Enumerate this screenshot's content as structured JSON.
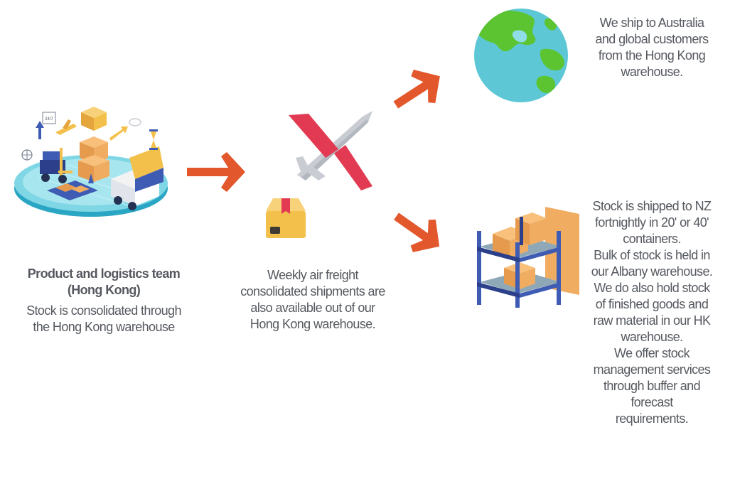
{
  "source_node": {
    "title_line1": "Product and logistics team",
    "title_line2": "(Hong Kong)",
    "desc_line1": "Stock is consolidated through",
    "desc_line2": "the Hong Kong warehouse",
    "icon": "logistics-isometric-icon",
    "badge_text": "24/7"
  },
  "air_node": {
    "lines": [
      "Weekly air freight",
      "consolidated shipments are",
      "also available out of our",
      "Hong Kong warehouse."
    ],
    "icons": [
      "airplane-icon",
      "parcel-box-icon"
    ]
  },
  "global_node": {
    "lines": [
      "We ship to Australia",
      "and global customers",
      "from the Hong Kong",
      "warehouse."
    ],
    "icon": "globe-icon"
  },
  "nz_node": {
    "lines": [
      "Stock is shipped to NZ",
      "fortnightly in 20' or 40'",
      "containers.",
      "Bulk of stock is held in",
      "our Albany warehouse.",
      "We do also hold stock",
      "of finished goods and",
      "raw material in our HK",
      "warehouse.",
      "We offer stock",
      "management services",
      "through buffer and",
      "forecast",
      "requirements."
    ],
    "icon": "warehouse-shelf-icon"
  },
  "colors": {
    "arrow": "#e2572b",
    "text": "#55595f",
    "ocean": "#5ec7d6",
    "land": "#5cc431",
    "plane_red": "#e23a52",
    "plane_grey": "#c9ccd2",
    "box": "#f3c14b",
    "shelf": "#3f5cb4"
  }
}
